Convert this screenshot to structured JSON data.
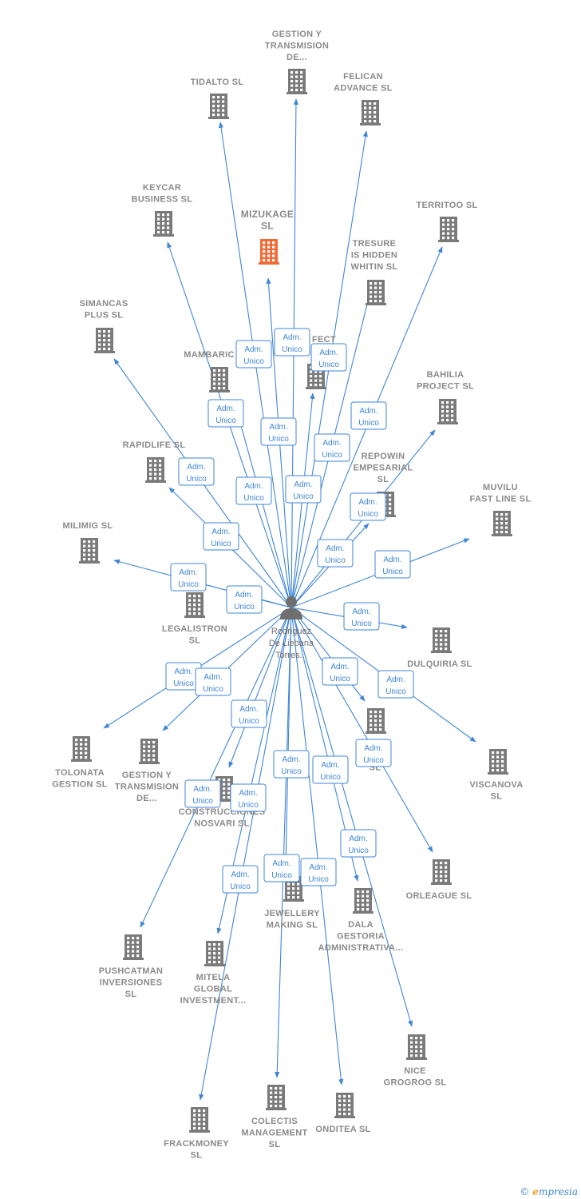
{
  "colors": {
    "edge": "#3f86d8",
    "building": "#7a7a7a",
    "focus_building": "#f26a36",
    "person": "#6f6f6f"
  },
  "person": {
    "name_lines": [
      "Rodriguez",
      "De Liebana",
      "Torres..."
    ],
    "icon": "person-icon"
  },
  "focus_company": "MIZUKAGE SL",
  "companies": [
    {
      "id": "gestion-y-transmision-top",
      "label_lines": [
        "GESTION Y",
        "TRANSMISION",
        "DE..."
      ],
      "role": "Adm.\nUnico"
    },
    {
      "id": "tidalto",
      "label_lines": [
        "TIDALTO  SL"
      ],
      "role": "Adm.\nUnico"
    },
    {
      "id": "felican",
      "label_lines": [
        "FELICAN",
        "ADVANCE  SL"
      ],
      "role": "Adm.\nUnico"
    },
    {
      "id": "keycar",
      "label_lines": [
        "KEYCAR",
        "BUSINESS  SL"
      ],
      "role": "Adm.\nUnico"
    },
    {
      "id": "mizukage",
      "label_lines": [
        "MIZUKAGE",
        "SL"
      ],
      "role": "Adm.\nUnico",
      "focus": true
    },
    {
      "id": "territoo",
      "label_lines": [
        "TERRITOO  SL"
      ],
      "role": "Adm.\nUnico"
    },
    {
      "id": "tresure",
      "label_lines": [
        "TRESURE",
        "IS HIDDEN",
        "WHITIN  SL"
      ],
      "role": "Adm.\nUnico"
    },
    {
      "id": "simancas",
      "label_lines": [
        "SIMANCAS",
        "PLUS  SL"
      ],
      "role": "Adm.\nUnico"
    },
    {
      "id": "mambaric",
      "label_lines": [
        "MAMBARIC"
      ],
      "role": "Adm.\nUnico"
    },
    {
      "id": "fect",
      "label_lines": [
        "FECT"
      ],
      "role": "Adm.\nUnico"
    },
    {
      "id": "bahilia",
      "label_lines": [
        "BAHILIA",
        "PROJECT  SL"
      ],
      "role": "Adm.\nUnico"
    },
    {
      "id": "rapidlife",
      "label_lines": [
        "RAPIDLIFE  SL"
      ],
      "role": "Adm.\nUnico"
    },
    {
      "id": "repowin",
      "label_lines": [
        "REPOWIN",
        "EMPESARIAL",
        "SL"
      ],
      "role": "Adm.\nUnico"
    },
    {
      "id": "muvilu",
      "label_lines": [
        "MUVILU",
        "FAST LINE  SL"
      ],
      "role": "Adm.\nUnico"
    },
    {
      "id": "milimig",
      "label_lines": [
        "MILIMIG  SL"
      ],
      "role": "Adm.\nUnico"
    },
    {
      "id": "legalistron",
      "label_lines": [
        "LEGALISTRON",
        "SL"
      ],
      "role": "Adm.\nUnico"
    },
    {
      "id": "dulquiria",
      "label_lines": [
        "DULQUIRIA  SL"
      ],
      "role": "Adm.\nUnico"
    },
    {
      "id": "tolonata",
      "label_lines": [
        "TOLONATA",
        "GESTION  SL"
      ],
      "role": "Adm.\nUnico"
    },
    {
      "id": "gestion-y-transmision-bottom",
      "label_lines": [
        "GESTION Y",
        "TRANSMISION",
        "DE..."
      ],
      "role": "Adm.\nUnico"
    },
    {
      "id": "construcciones",
      "label_lines": [
        "CONSTRUCCIONES",
        "NOSVARI SL"
      ],
      "role": "Adm.\nUnico"
    },
    {
      "id": "ju",
      "label_lines": [
        "JU",
        "SL"
      ],
      "role": "Adm.\nUnico"
    },
    {
      "id": "viscanova",
      "label_lines": [
        "VISCANOVA",
        "SL"
      ],
      "role": "Adm.\nUnico"
    },
    {
      "id": "orleague",
      "label_lines": [
        "ORLEAGUE  SL"
      ],
      "role": "Adm.\nUnico"
    },
    {
      "id": "jewellery",
      "label_lines": [
        "JEWELLERY",
        "MAKING  SL"
      ],
      "role": "Adm.\nUnico"
    },
    {
      "id": "dala",
      "label_lines": [
        "DALA",
        "GESTORIA",
        "ADMINISTRATIVA..."
      ],
      "role": "Adm.\nUnico"
    },
    {
      "id": "pushcatman",
      "label_lines": [
        "PUSHCATMAN",
        "INVERSIONES",
        "SL"
      ],
      "role": "Adm.\nUnico"
    },
    {
      "id": "mitela",
      "label_lines": [
        "MITELA",
        "GLOBAL",
        "INVESTMENT..."
      ],
      "role": "Adm.\nUnico"
    },
    {
      "id": "nice",
      "label_lines": [
        "NICE",
        "GROGROG  SL"
      ],
      "role": "Adm.\nUnico"
    },
    {
      "id": "colectis",
      "label_lines": [
        "COLECTIS",
        "MANAGEMENT",
        "SL"
      ],
      "role": "Adm.\nUnico"
    },
    {
      "id": "onditea",
      "label_lines": [
        "ONDITEA  SL"
      ],
      "role": "Adm.\nUnico"
    },
    {
      "id": "frackmoney",
      "label_lines": [
        "FRACKMONEY",
        "SL"
      ],
      "role": "Adm.\nUnico"
    }
  ],
  "watermark": {
    "copyright": "©",
    "brand": "mpresia",
    "brand_initial": "e"
  }
}
